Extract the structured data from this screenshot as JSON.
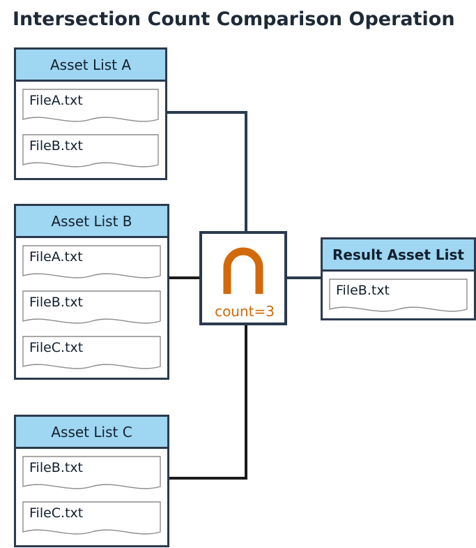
{
  "page": {
    "title": "Intersection Count Comparison Operation",
    "background_color": "#ffffff",
    "accent_color": "#9fd6f2",
    "border_color": "#2b3a4d",
    "operator_color": "#d2690a",
    "text_color": "#12202e"
  },
  "lists": [
    {
      "id": "asset-list-a",
      "header": "Asset List A",
      "bold_header": false,
      "items": [
        "FileA.txt",
        "FileB.txt"
      ]
    },
    {
      "id": "asset-list-b",
      "header": "Asset List B",
      "bold_header": false,
      "items": [
        "FileA.txt",
        "FileB.txt",
        "FileC.txt"
      ]
    },
    {
      "id": "asset-list-c",
      "header": "Asset List C",
      "bold_header": false,
      "items": [
        "FileB.txt",
        "FileC.txt"
      ]
    }
  ],
  "operator": {
    "symbol": "∩",
    "symbol_name": "intersection-symbol",
    "count_label": "count=3",
    "color": "#d2690a"
  },
  "result": {
    "id": "result-asset-list",
    "header": "Result Asset List",
    "bold_header": true,
    "items": [
      "FileB.txt"
    ]
  }
}
